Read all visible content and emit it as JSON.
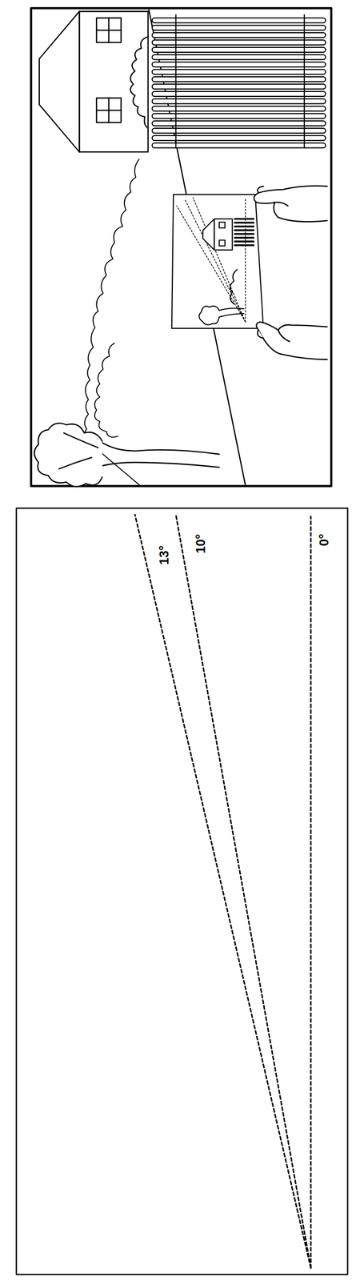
{
  "diagram": {
    "labels": [
      "13°",
      "10°",
      "0°"
    ]
  }
}
